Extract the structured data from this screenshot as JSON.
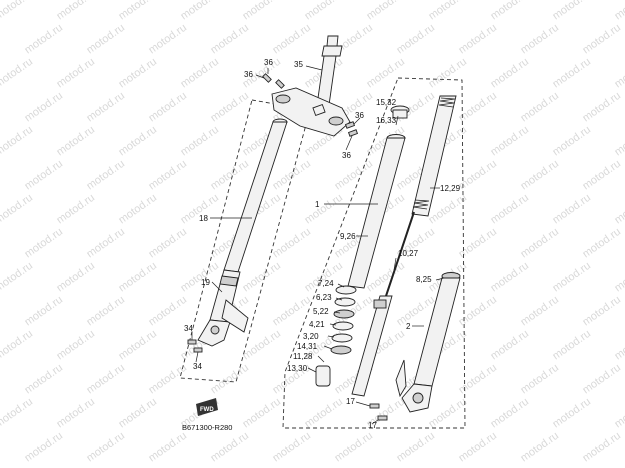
{
  "watermark": "motod.ru",
  "diagram_code": "B671300-R280",
  "fwd_badge": "FWD",
  "callouts": {
    "c35": "35",
    "c36a": "36",
    "c36b": "36",
    "c36c": "36",
    "c36d": "36",
    "c18": "18",
    "c19": "19",
    "c34a": "34",
    "c34b": "34",
    "c1": "1",
    "c15_32": "15,32",
    "c16_33": "16,33",
    "c9_26": "9,26",
    "c12_29": "12,29",
    "c10_27": "10,27",
    "c7_24": "7,24",
    "c6_23": "6,23",
    "c5_22": "5,22",
    "c4_21": "4,21",
    "c3_20": "3,20",
    "c14_31": "14,31",
    "c11_28": "11,28",
    "c13_30": "13,30",
    "c8_25": "8,25",
    "c2": "2",
    "c17a": "17",
    "c17b": "17"
  }
}
